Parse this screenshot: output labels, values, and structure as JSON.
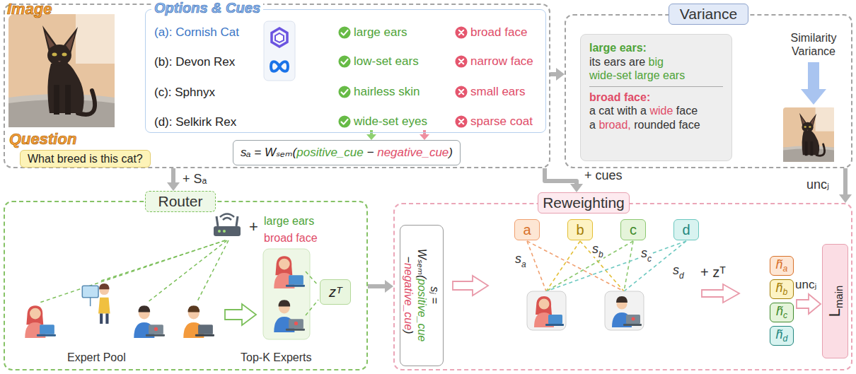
{
  "diagram": {
    "nodes": [
      {
        "text": [
          "Image"
        ]
      },
      {
        "text": [
          "Options & Cues"
        ],
        "in": 0
      },
      {
        "text": [
          "Question",
          "What breed is this cat?"
        ],
        "in": 0
      },
      {
        "text": [
          "sₐ = Wₛₑₘ(",
          "positive_cue",
          "−",
          "negative_cue",
          ")"
        ],
        "in": 0
      },
      {
        "text": [
          "Variance"
        ]
      },
      {
        "text": [
          "large ears:",
          "its ears are",
          "big",
          "wide-set large ears",
          "broad face:",
          "a cat with a",
          "wide",
          "face",
          "a",
          "broad,",
          "rounded face"
        ],
        "in": 4
      },
      {
        "text": [
          "Router"
        ]
      },
      {
        "text": [
          "zᵀ"
        ],
        "in": 6
      },
      {
        "text": [
          "Reweighting"
        ]
      },
      {
        "text": [
          "sⱼ =",
          "Wₛₑₘ(",
          "positive_cue",
          "−",
          "negative_cue",
          ")"
        ],
        "in": 8
      },
      {
        "text": [
          "a"
        ],
        "in": 8
      },
      {
        "text": [
          "b"
        ],
        "in": 8
      },
      {
        "text": [
          "c"
        ],
        "in": 8
      },
      {
        "text": [
          "d"
        ],
        "in": 8
      },
      {
        "text": [
          "h̃",
          "a"
        ],
        "in": 8
      },
      {
        "text": [
          "h̃",
          "b"
        ],
        "in": 8
      },
      {
        "text": [
          "h̃",
          "c"
        ],
        "in": 8
      },
      {
        "text": [
          "h̃",
          "d"
        ],
        "in": 8
      },
      {
        "text": [
          "L",
          "main"
        ],
        "in": 8
      }
    ],
    "edges": [
      {
        "from": 0,
        "to": 4,
        "arrow": "to"
      },
      {
        "from": 0,
        "to": 6,
        "label": "+ Sₐ",
        "arrow": "to"
      },
      {
        "from": 0,
        "to": 8,
        "label": "+ cues",
        "arrow": "to"
      },
      {
        "from": 4,
        "to": 8,
        "label": "uncⱼ",
        "arrow": "to"
      },
      {
        "from": 6,
        "to": 8,
        "arrow": "to"
      }
    ],
    "labels": [
      "(a): Cornish Cat",
      "(b): Devon Rex",
      "(c): Sphnyx",
      "(d): Selkirk Rex",
      "large ears",
      "low-set ears",
      "hairless skin",
      "wide-set eyes",
      "broad face",
      "narrow face",
      "small ears",
      "sparse coat",
      "Similarity Variance",
      "+",
      "large ears",
      "broad face",
      "Expert Pool",
      "Top-K Experts",
      "s",
      "a",
      "s",
      "b",
      "s",
      "c",
      "s",
      "d",
      "+ zᵀ",
      "uncⱼ"
    ]
  }
}
